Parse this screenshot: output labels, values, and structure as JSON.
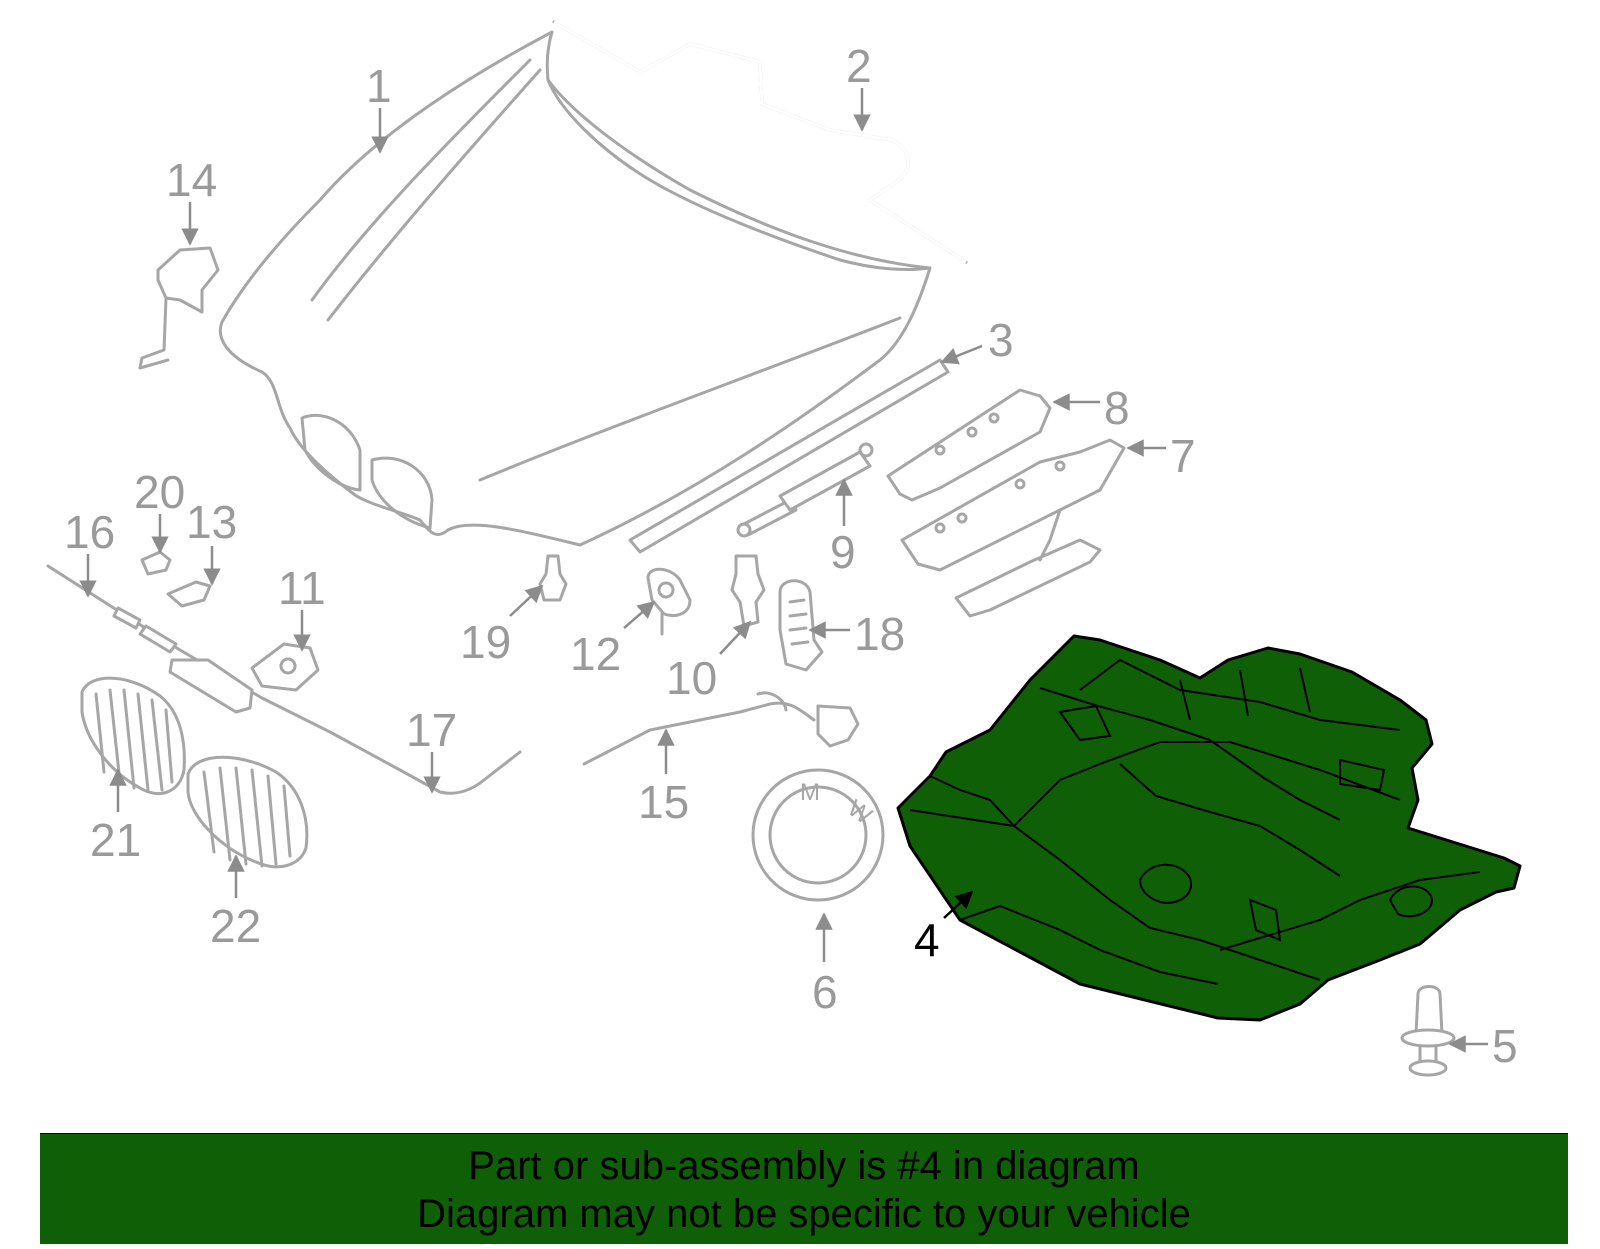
{
  "callouts": {
    "c1": "1",
    "c2": "2",
    "c3": "3",
    "c4": "4",
    "c5": "5",
    "c6": "6",
    "c7": "7",
    "c8": "8",
    "c9": "9",
    "c10": "10",
    "c11": "11",
    "c12": "12",
    "c13": "13",
    "c14": "14",
    "c15": "15",
    "c16": "16",
    "c17": "17",
    "c18": "18",
    "c19": "19",
    "c20": "20",
    "c21": "21",
    "c22": "22"
  },
  "emblem_letters": {
    "m": "M",
    "w": "W"
  },
  "footer": {
    "line1": "Part or sub-assembly is #4 in diagram",
    "line2": "Diagram may not be specific to your vehicle"
  },
  "colors": {
    "highlight_fill": "#0f5f07",
    "part_stroke": "#a6a6a6",
    "label_text": "#9a9a9a",
    "highlight_label": "#000000"
  }
}
